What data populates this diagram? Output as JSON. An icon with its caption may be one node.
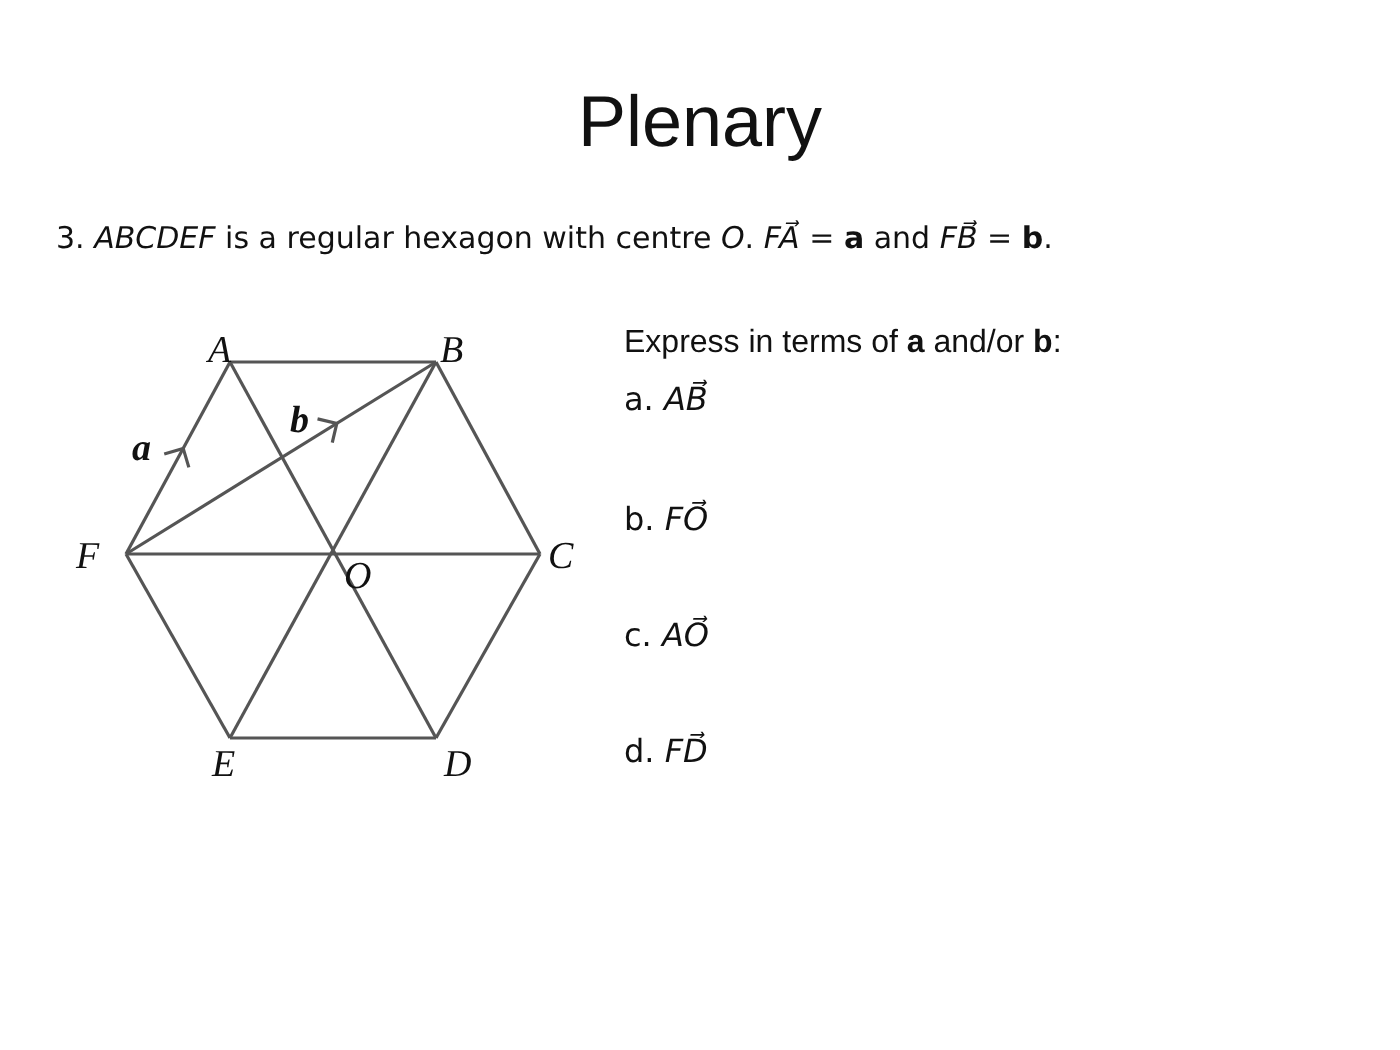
{
  "diagram": {
    "title": "Plenary",
    "labels": [
      "3. *ABCDEF* is a regular hexagon with centre *O*. *FA⃗* = **a** and *FB⃗* = **b**.",
      "A",
      "B",
      "Express in terms of **a** and/or **b**:",
      "a. *AB⃗*",
      "b",
      "a",
      "b. *FO⃗*",
      "F",
      "O",
      "C",
      "c. *AO⃗*",
      "E",
      "D",
      "d. *FD⃗*"
    ]
  }
}
